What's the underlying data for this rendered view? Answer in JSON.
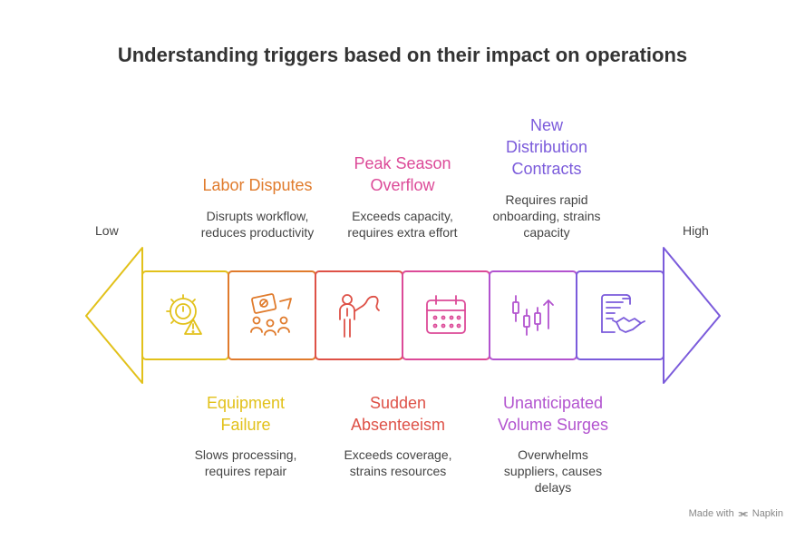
{
  "title": "Understanding triggers based on their impact on operations",
  "axis": {
    "low": "Low",
    "high": "High"
  },
  "items": [
    {
      "heading": "Equipment Failure",
      "heading_lines": [
        "Equipment",
        "Failure"
      ],
      "desc_lines": [
        "Slows processing,",
        "requires repair"
      ],
      "color": "#E2C11A",
      "icon": "gear-warning-icon"
    },
    {
      "heading": "Labor Disputes",
      "heading_lines": [
        "Labor Disputes"
      ],
      "desc_lines": [
        "Disrupts workflow,",
        "reduces productivity"
      ],
      "color": "#E07B2C",
      "icon": "protest-sign-icon"
    },
    {
      "heading": "Sudden Absenteeism",
      "heading_lines": [
        "Sudden",
        "Absenteeism"
      ],
      "desc_lines": [
        "Exceeds coverage,",
        "strains resources"
      ],
      "color": "#DE5147",
      "icon": "person-leaving-icon"
    },
    {
      "heading": "Peak Season Overflow",
      "heading_lines": [
        "Peak Season",
        "Overflow"
      ],
      "desc_lines": [
        "Exceeds capacity,",
        "requires extra effort"
      ],
      "color": "#DC4A98",
      "icon": "calendar-icon"
    },
    {
      "heading": "Unanticipated Volume Surges",
      "heading_lines": [
        "Unanticipated",
        "Volume Surges"
      ],
      "desc_lines": [
        "Overwhelms",
        "suppliers, causes",
        "delays"
      ],
      "color": "#B253CF",
      "icon": "candlestick-chart-icon"
    },
    {
      "heading": "New Distribution Contracts",
      "heading_lines": [
        "New",
        "Distribution",
        "Contracts"
      ],
      "desc_lines": [
        "Requires rapid",
        "onboarding, strains",
        "capacity"
      ],
      "color": "#7B5BDB",
      "icon": "contract-handshake-icon"
    }
  ],
  "footer": {
    "made_with": "Made with",
    "brand": "Napkin"
  }
}
